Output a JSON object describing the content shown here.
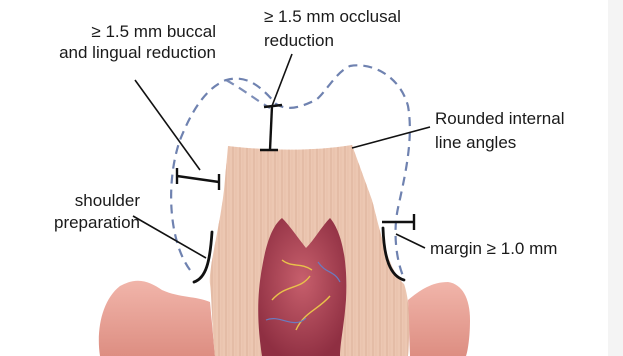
{
  "labels": {
    "buccal_lingual_line1": "≥ 1.5 mm buccal",
    "buccal_lingual_line2": "and lingual reduction",
    "occlusal_line1": "≥ 1.5 mm occlusal",
    "occlusal_line2": "reduction",
    "internal_angles_line1": "Rounded internal",
    "internal_angles_line2": "line angles",
    "shoulder_line1": "shoulder",
    "shoulder_line2": "preparation",
    "margin": "margin ≥ 1.0 mm"
  },
  "colors": {
    "tooth_fill": "#ecc7b2",
    "tooth_stripe": "#d9a48c",
    "gingiva": "#e59b8f",
    "gingiva_light": "#f3c2b8",
    "pulp": "#b0475a",
    "nerve_yellow": "#e9c24a",
    "crown_outline": "#6f82b0",
    "right_strip": "#f4f4f4"
  }
}
